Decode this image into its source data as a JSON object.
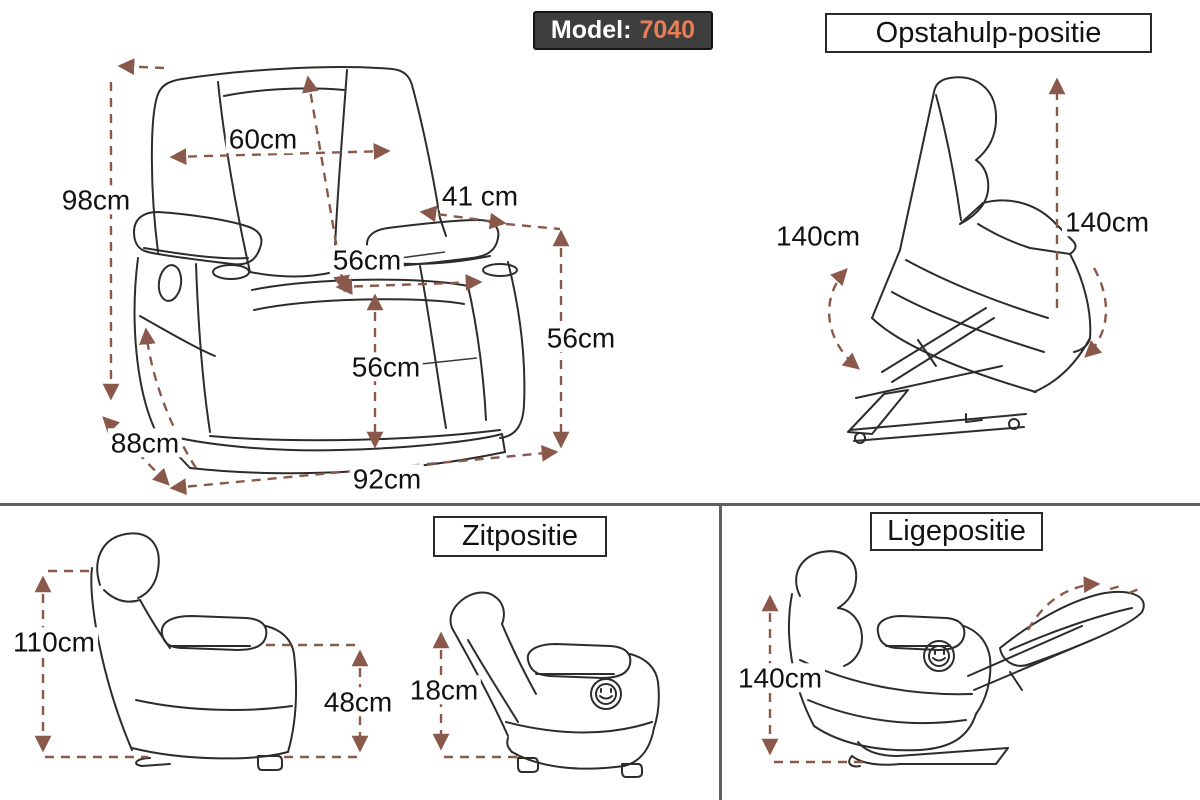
{
  "title_badge": {
    "label": "Model:",
    "value": "7040"
  },
  "sections": {
    "front_view": {
      "measurements": {
        "height": "98cm",
        "back_width": "60cm",
        "armrest_depth": "41 cm",
        "back_height": "56cm",
        "seat_depth": "56cm",
        "armrest_height": "56cm",
        "depth": "88cm",
        "width": "92cm"
      }
    },
    "standup": {
      "title": "Opstahulp-positie",
      "lift_height_left": "140cm",
      "lift_height_right": "140cm"
    },
    "side_view": {
      "total_height": "110cm",
      "seat_height": "48cm"
    },
    "sitting": {
      "title": "Zitpositie",
      "footrest_clearance": "18cm"
    },
    "lying": {
      "title": "Ligepositie",
      "length": "140cm"
    }
  },
  "colors": {
    "dimension_line": "#8a594b",
    "artwork_line": "#2e2c2b",
    "divider": "#5f5f5f",
    "badge_bg": "#3e3e3e",
    "badge_value": "#e87e56"
  }
}
